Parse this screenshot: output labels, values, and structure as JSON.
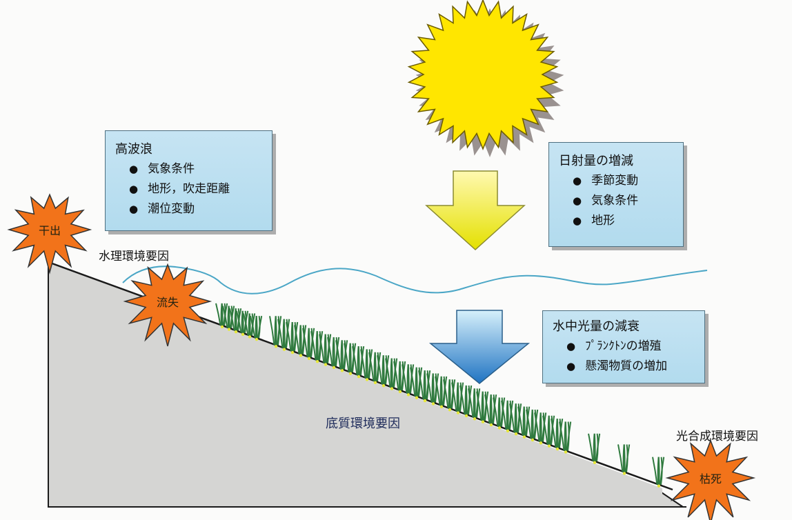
{
  "colors": {
    "slope_fill": "#d4d4d2",
    "water_line": "#4aa6c6",
    "sun": "#ffe600",
    "burst": "#f2731a",
    "seagrass": "#2f7a3e",
    "box_fill": "#bfe1f2"
  },
  "boxes": {
    "wave": {
      "title": "高波浪",
      "items": [
        "気象条件",
        "地形，吹走距離",
        "潮位変動"
      ]
    },
    "solar": {
      "title": "日射量の増減",
      "items": [
        "季節変動",
        "気象条件",
        "地形"
      ]
    },
    "underwater": {
      "title": "水中光量の減衰",
      "items": [
        "ﾌﾟﾗﾝｸﾄﾝの増殖",
        "懸濁物質の増加"
      ]
    }
  },
  "labels": {
    "hydro": "水理環境要因",
    "substrate": "底質環境要因",
    "photo": "光合成環境要因"
  },
  "bursts": {
    "exposure": "干出",
    "washout": "流失",
    "dieoff": "枯死"
  }
}
